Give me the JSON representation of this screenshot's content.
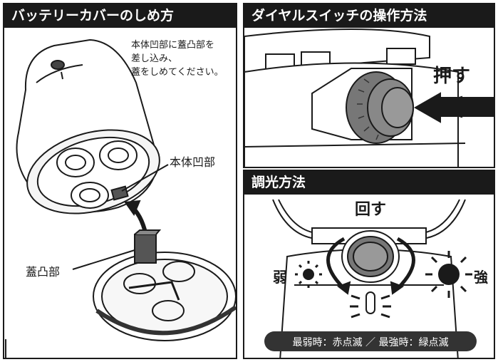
{
  "battery_cover": {
    "title": "バッテリーカバーのしめ方",
    "note_lines": [
      "本体凹部に蓋凸部を",
      "差し込み、",
      "蓋をしめてください。"
    ],
    "label_body_recess": "本体凹部",
    "label_lid_protrusion": "蓋凸部"
  },
  "dial_switch": {
    "title": "ダイヤルスイッチの操作方法",
    "push_label": "押す"
  },
  "dimming": {
    "title": "調光方法",
    "turn_label": "回す",
    "weak_label": "弱",
    "strong_label": "強",
    "status_text": "最弱時：赤点滅 ／ 最強時：緑点滅"
  }
}
